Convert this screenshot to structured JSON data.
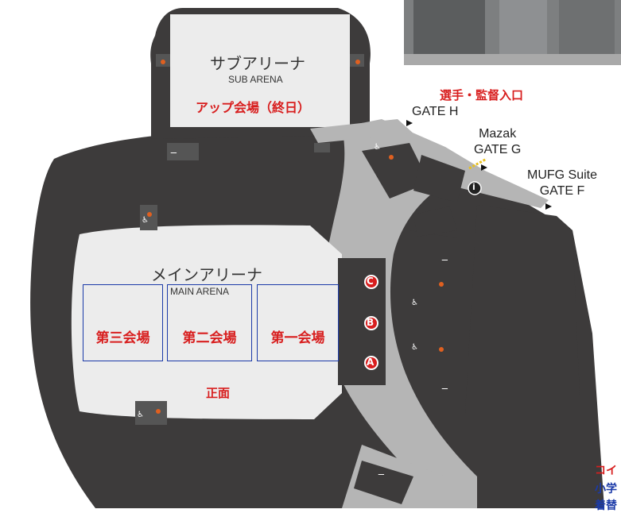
{
  "sub_arena": {
    "name_jp": "サブアリーナ",
    "name_en": "SUB ARENA",
    "note": "アップ会場（終日）"
  },
  "main_arena": {
    "name_jp": "メインアリーナ",
    "name_en": "MAIN ARENA"
  },
  "venues": [
    {
      "label": "第三会場"
    },
    {
      "label": "第二会場"
    },
    {
      "label": "第一会場"
    }
  ],
  "front_label": "正面",
  "players_entrance": "選手・監督入口",
  "gates": [
    {
      "line1": "GATE H",
      "line2": ""
    },
    {
      "line1": "Mazak",
      "line2": "GATE G"
    },
    {
      "line1": "MUFG Suite",
      "line2": "GATE F"
    }
  ],
  "markers": [
    {
      "letter": "C"
    },
    {
      "letter": "B"
    },
    {
      "letter": "A"
    }
  ],
  "info_marker": "i",
  "bottom_notes": [
    "コイ",
    "小学",
    "着替"
  ],
  "colors": {
    "floor_dark": "#3d3b3b",
    "corridor": "#b5b5b5",
    "arena_floor": "#ececec",
    "venue_border": "#1b3aa8",
    "accent_red": "#d81e1e",
    "note_blue": "#1b3aa8"
  }
}
